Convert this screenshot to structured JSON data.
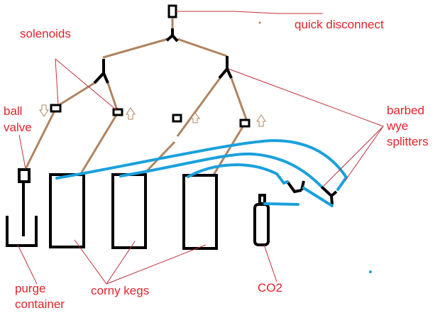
{
  "labels": {
    "quick_disconnect": "quick disconnect",
    "solenoids": "solenoids",
    "ball_valve_1": "ball",
    "ball_valve_2": "valve",
    "barbed_1": "barbed",
    "barbed_2": "wye",
    "barbed_3": "splitters",
    "purge_1": "purge",
    "purge_2": "container",
    "corny_kegs": "corny kegs",
    "co2": "CO2"
  },
  "colors": {
    "gas_line": "#b08460",
    "hose": "#1aa0dc",
    "fitting": "#000000",
    "label": "#e0242b",
    "leader": "#c0303a"
  }
}
